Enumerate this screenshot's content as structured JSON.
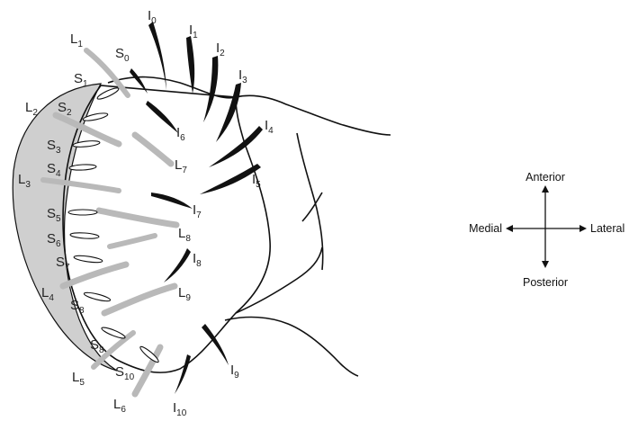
{
  "diagram": {
    "compass": {
      "anterior": "Anterior",
      "posterior": "Posterior",
      "medial": "Medial",
      "lateral": "Lateral"
    },
    "groups": {
      "I": [
        "0",
        "1",
        "2",
        "3",
        "4",
        "5",
        "6",
        "7",
        "8",
        "9",
        "10"
      ],
      "L": [
        "1",
        "2",
        "3",
        "4",
        "5",
        "6",
        "7",
        "8",
        "9"
      ],
      "S": [
        "0",
        "1",
        "2",
        "3",
        "4",
        "5",
        "6",
        "7",
        "8",
        "8",
        "10"
      ]
    },
    "colors": {
      "outline": "#111111",
      "dark_structure": "#111111",
      "light_structure": "#b9b9b9",
      "shaded_region": "#cfcfcf"
    }
  }
}
